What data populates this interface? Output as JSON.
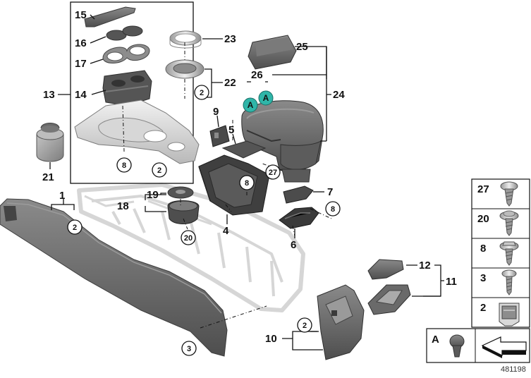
{
  "diagram": {
    "reference_number": "481198",
    "callouts": {
      "c1": "1",
      "c2": "2",
      "c3": "3",
      "c4": "4",
      "c5": "5",
      "c6": "6",
      "c7": "7",
      "c9": "9",
      "c10": "10",
      "c11": "11",
      "c12": "12",
      "c13": "13",
      "c14": "14",
      "c15": "15",
      "c16": "16",
      "c17": "17",
      "c18": "18",
      "c19": "19",
      "c21": "21",
      "c22": "22",
      "c23": "23",
      "c24": "24",
      "c25": "25",
      "c26": "26"
    },
    "circled": {
      "ref8_a": "8",
      "ref2_a": "2",
      "ref2_b": "2",
      "ref8_b": "8",
      "ref27": "27",
      "ref8_c": "8",
      "ref20": "20",
      "ref2_c": "2",
      "ref3": "3",
      "ref2_d": "2"
    },
    "badges": {
      "a1": "A",
      "a2": "A"
    },
    "fastener_legend": [
      {
        "label": "27",
        "icon": "screw-flat-head-icon"
      },
      {
        "label": "20",
        "icon": "screw-washer-head-icon"
      },
      {
        "label": "8",
        "icon": "screw-hex-washer-icon"
      },
      {
        "label": "3",
        "icon": "screw-pan-head-icon"
      },
      {
        "label": "2",
        "icon": "clip-nut-icon"
      }
    ],
    "bottom_legend": {
      "label": "A",
      "icon": "rivet-plug-icon",
      "arrow_icon": "direction-arrow-icon"
    },
    "colors": {
      "badge_fill": "#2fb5a8",
      "part_dark": "#6b6b6b",
      "part_mid": "#9a9a9a",
      "part_light": "#cfcfcf",
      "frame_ghost": "#dedede"
    }
  }
}
